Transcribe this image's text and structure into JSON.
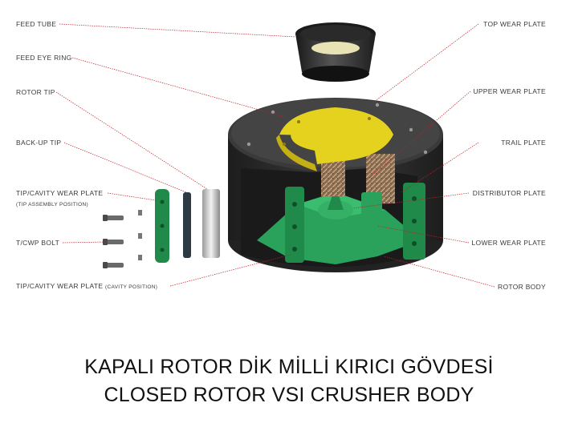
{
  "labels_left": {
    "feed_tube": "FEED TUBE",
    "feed_eye_ring": "FEED EYE RING",
    "rotor_tip": "ROTOR TIP",
    "back_up_tip": "BACK-UP TIP",
    "tip_cavity_wear_plate_tip": "TIP/CAVITY WEAR PLATE",
    "tip_assembly_position": "(TIP ASSEMBLY POSITION)",
    "tcwp_bolt": "T/CWP BOLT",
    "tip_cavity_wear_plate_cavity": "TIP/CAVITY WEAR PLATE",
    "cavity_position": "(CAVITY POSITION)"
  },
  "labels_right": {
    "top_wear_plate": "TOP WEAR PLATE",
    "upper_wear_plate": "UPPER WEAR PLATE",
    "trail_plate": "TRAIL PLATE",
    "distributor_plate": "DISTRIBUTOR PLATE",
    "lower_wear_plate": "LOWER WEAR PLATE",
    "rotor_body": "ROTOR BODY"
  },
  "caption": {
    "line1": "KAPALI ROTOR DİK MİLLİ KIRICI GÖVDESİ",
    "line2": "CLOSED ROTOR VSI CRUSHER BODY"
  },
  "colors": {
    "leader_line": "#c0202a",
    "body_dark": "#2e2e2e",
    "ring_yellow": "#e5d21e",
    "wear_green": "#1f8a4a",
    "distributor_green": "#2aa25c",
    "copper": "#9a7a5a",
    "tip_silver": "#d8d8d8"
  }
}
